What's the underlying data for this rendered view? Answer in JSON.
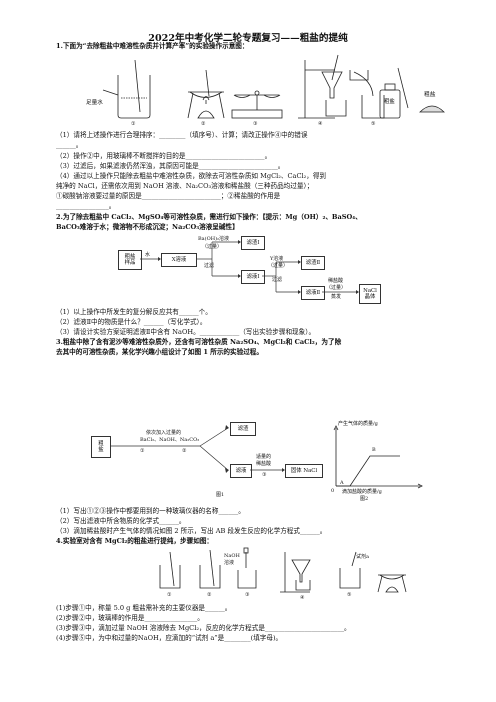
{
  "title": "2022年中考化学二轮专题复习——粗盐的提纯",
  "q1": {
    "stem": "1.下面为“去除粗盐中难溶性杂质并计算产率”的实验操作示意图：",
    "label_water": "足量水",
    "label_crude_bottle": "粗盐",
    "label_crude_pile": "粗盐",
    "step_nums": [
      "①",
      "②",
      "③",
      "④",
      "⑤"
    ],
    "lines": [
      "（1）请将上述操作进行合理排序：________（填序号）、计算；请改正操作④中的错误",
      "______。",
      "（2）操作②中，用玻璃棒不断搅拌的目的是________________________。",
      "（3）过滤后，如果滤液仍然浑浊，其原因可能是________________________。",
      "（4）通过以上操作只能除去粗盐中难溶性杂质，欲除去可溶性杂质如 MgCl₂、CaCl₂，得到",
      "纯净的 NaCl，还需依次用到 NaOH 溶液、Na₂CO₃溶液和稀盐酸（三种药品均过量）；",
      "①碳酸钠溶液要过量的原因是________________________；②稀盐酸的作用是",
      "________________。"
    ]
  },
  "q2": {
    "stem": [
      "2.为了除去粗盐中 CaCl₂、MgSO₄等可溶性杂质，需进行如下操作：【提示：Mg（OH）₂、BaSO₄、",
      "BaCO₃难溶于水；微溶物不形成沉淀；Na₂CO₃溶液呈碱性】"
    ],
    "flow": {
      "crude": "粗盐\n样品",
      "water": "水",
      "x_solution": "X溶液",
      "baoh2": "Ba(OH)₂溶液",
      "baoh2_excess": "（过量）",
      "filter1": "过滤",
      "filtrate_residue1": "滤渣Ⅰ",
      "filtrate1": "滤液Ⅰ",
      "y_solution": "Y溶液",
      "y_excess": "（过量）",
      "filter2": "过滤",
      "residue2": "滤渣Ⅱ",
      "filtrate2": "滤液Ⅱ",
      "dilute_hcl": "稀盐酸",
      "hcl_excess": "（过量）",
      "evaporate": "蒸发",
      "nacl": "NaCl\n晶体"
    },
    "lines": [
      "（1）以上操作中所发生的复分解反应共有______个。",
      "（2）滤液Ⅱ中的物质是什么？______（写化学式）。",
      "（3）请设计实验方案证明滤液Ⅱ中含有 NaOH。____________（写出实验步骤和现象）。"
    ]
  },
  "q3": {
    "stem": [
      "3.粗盐中除了含有泥沙等难溶性杂质外，还含有可溶性杂质 Na₂SO₄、MgCl₂和 CaCl₂，为了除",
      "去其中的可溶性杂质，某化学兴趣小组设计了如图 1 所示的实验过程。"
    ],
    "flow": {
      "crude": "粗\n盐",
      "step1": "①",
      "reagents": "依次加入过量的",
      "reagents2": "BaCl₂、NaOH、Na₂CO₃",
      "step2": "②",
      "residue": "滤渣",
      "filtrate": "滤液",
      "hcl": "适量的",
      "hcl2": "稀盐酸",
      "step3": "③",
      "solid": "固体 NaCl",
      "fig1": "图1"
    },
    "graph": {
      "ylabel": "产生气体的质量/g",
      "xlabel": "滴加盐酸的质量/g",
      "point_a": "A",
      "point_b": "B",
      "origin": "0",
      "fig2": "图2"
    },
    "lines": [
      "（1）写出①②③操作中都要用到的一种玻璃仪器的名称______。",
      "（2）写出滤液中所含物质的化学式______。",
      "（3）滴加稀盐酸时产生气体的情况如图 2 所示，写出 AB 段发生反应的化学方程式______。"
    ]
  },
  "q4": {
    "stem": "4.实验室对含有 MgCl₂的粗盐进行提纯，步骤如图：",
    "label_naoh": "NaOH",
    "label_naoh2": "溶液",
    "label_reagent_a": "试剂a",
    "step_nums": [
      "①",
      "②",
      "③",
      "④",
      "⑤"
    ],
    "lines": [
      "(1)步骤①中，称量 5.0 g 粗盐需补充的主要仪器是______。",
      "(2)步骤②中，玻璃棒的作用是________________。",
      "(3)步骤③中，滴加过量 NaOH 溶液除去 MgCl₂，反应的化学方程式是________________________。",
      "(4)步骤⑤中，为中和过量的NaOH，应滴加的“试剂 a”是________(填字母)。"
    ]
  }
}
